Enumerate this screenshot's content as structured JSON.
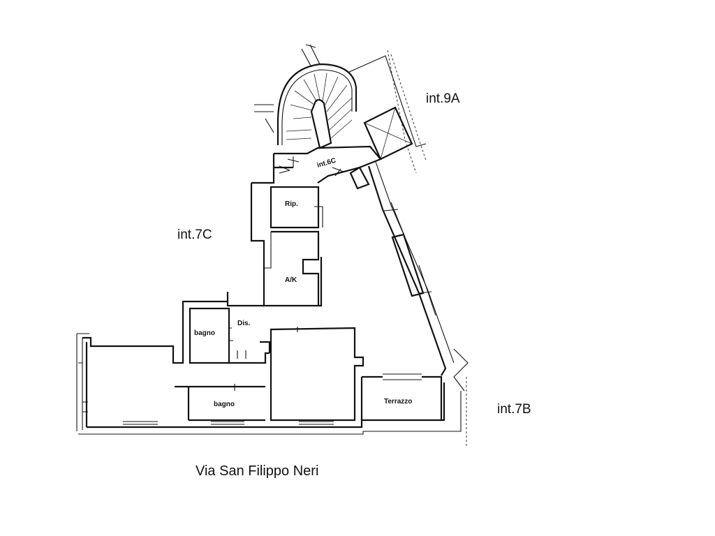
{
  "units": {
    "int_9a": "int.9A",
    "int_7c": "int.7C",
    "int_7b": "int.7B",
    "int_6c": "int.6C"
  },
  "rooms": {
    "rip": "Rip.",
    "ak": "A/K",
    "bagno_upper": "bagno",
    "dis": "Dis.",
    "bagno_lower": "bagno",
    "terrazzo": "Terrazzo"
  },
  "street": "Via San Filippo Neri"
}
